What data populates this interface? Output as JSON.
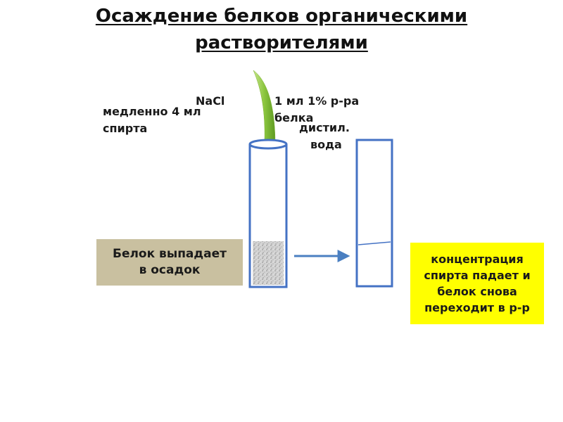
{
  "title": {
    "line1": "Осаждение белков органическими",
    "line2": "растворителями"
  },
  "labels": {
    "alcohol_line1": "медленно 4 мл",
    "alcohol_line2": "спирта",
    "nacl": "NaCl",
    "protein_line1": "1 мл 1% р-ра",
    "protein_line2": "белка",
    "water_line1": "дистил.",
    "water_line2": "вода"
  },
  "precipitate_box": {
    "line1": "Белок выпадает",
    "line2": "в осадок"
  },
  "result_box": {
    "line1": "концентрация",
    "line2": "спирта падает и",
    "line3": "белок снова",
    "line4": "переходит в р-р"
  },
  "colors": {
    "tube_outline": "#4472c4",
    "arrow": "#4a7fc1",
    "pipette": "#8cc63f",
    "precipitate": "#c8c8c8",
    "tan_box": "#c9c0a0",
    "yellow_box": "#ffff00"
  }
}
